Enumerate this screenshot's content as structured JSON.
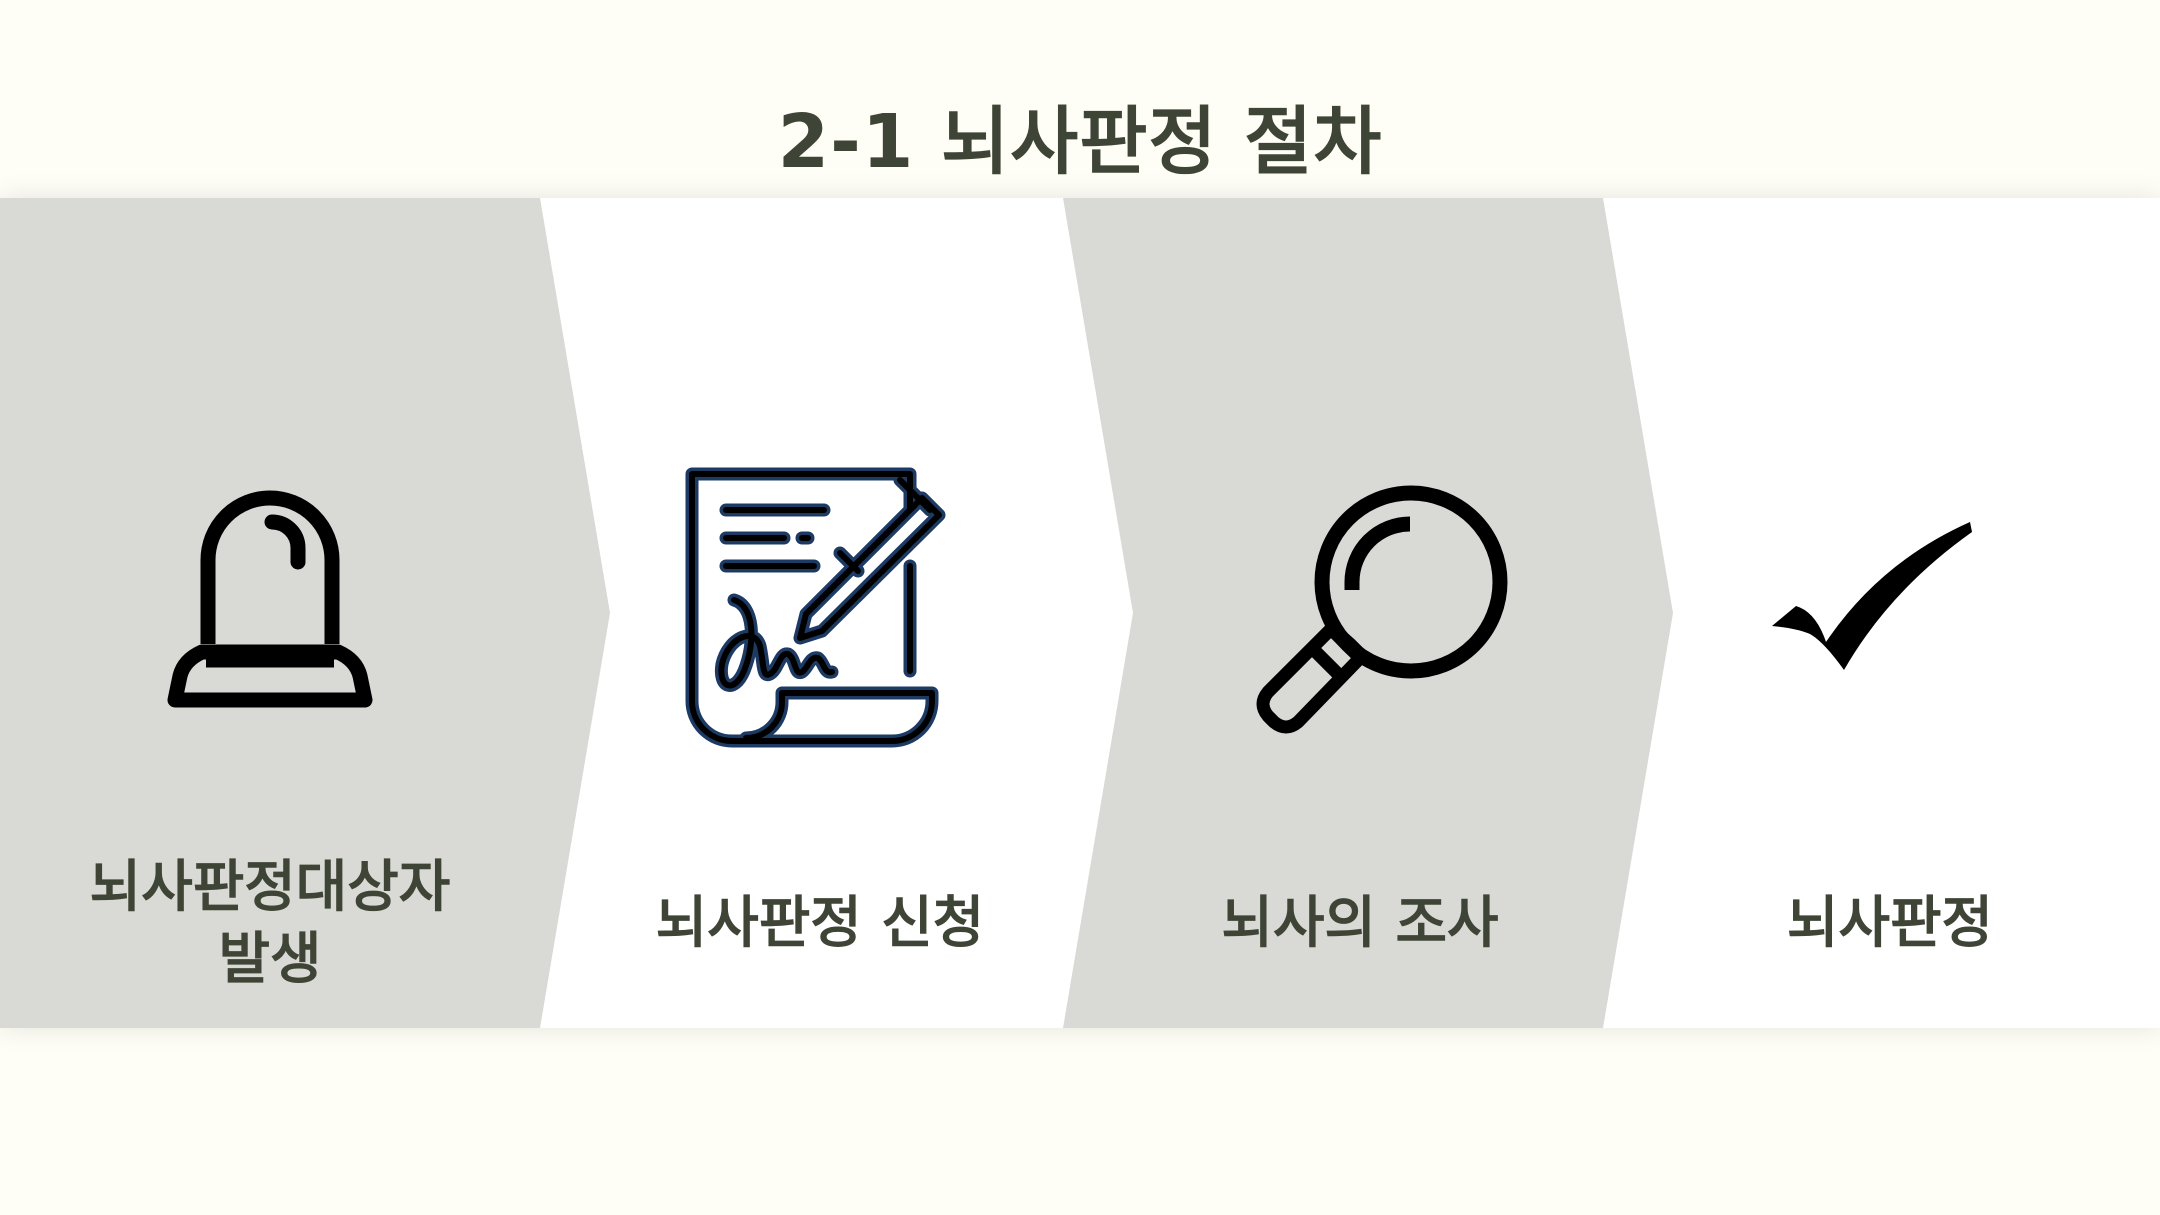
{
  "title": "2-1 뇌사판정 절차",
  "colors": {
    "background": "#fefef7",
    "grey_panel": "#d9dad5",
    "white_panel": "#ffffff",
    "text": "#3f4536",
    "doc_icon_outline": "#1d3a63"
  },
  "steps": [
    {
      "icon": "siren-icon",
      "label_line1": "뇌사판정대상자",
      "label_line2": "발생"
    },
    {
      "icon": "signed-document-icon",
      "label_line1": "뇌사판정 신청"
    },
    {
      "icon": "magnifier-icon",
      "label_line1": "뇌사의 조사"
    },
    {
      "icon": "checkmark-icon",
      "label_line1": "뇌사판정"
    }
  ]
}
